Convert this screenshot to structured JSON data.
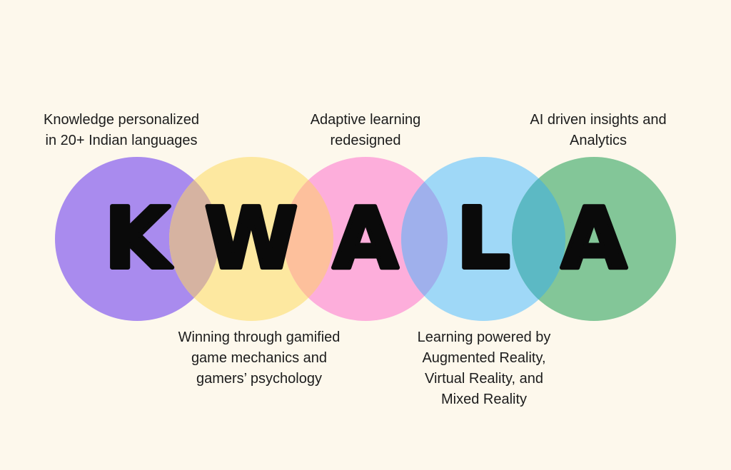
{
  "diagram": {
    "circles": [
      {
        "letter": "K",
        "color": "#a98bee"
      },
      {
        "letter": "W",
        "color": "#fde8a0"
      },
      {
        "letter": "A",
        "color": "#fdaedb"
      },
      {
        "letter": "L",
        "color": "#9fd8f7"
      },
      {
        "letter": "A",
        "color": "#83c698"
      }
    ],
    "overlap_colors": [
      "#d6b3a1",
      "#fdc09c",
      "#9fb0ec",
      "#5cb9c4"
    ],
    "letter_color": "#0a0a0a",
    "captions": {
      "k": "Knowledge personalized\nin 20+ Indian languages",
      "w": "Winning through gamified\ngame mechanics and\ngamers’ psychology",
      "a1": "Adaptive learning\nredesigned",
      "l": "Learning powered by\nAugmented Reality,\nVirtual Reality, and\nMixed Reality",
      "a2": "AI driven insights and\nAnalytics"
    }
  }
}
